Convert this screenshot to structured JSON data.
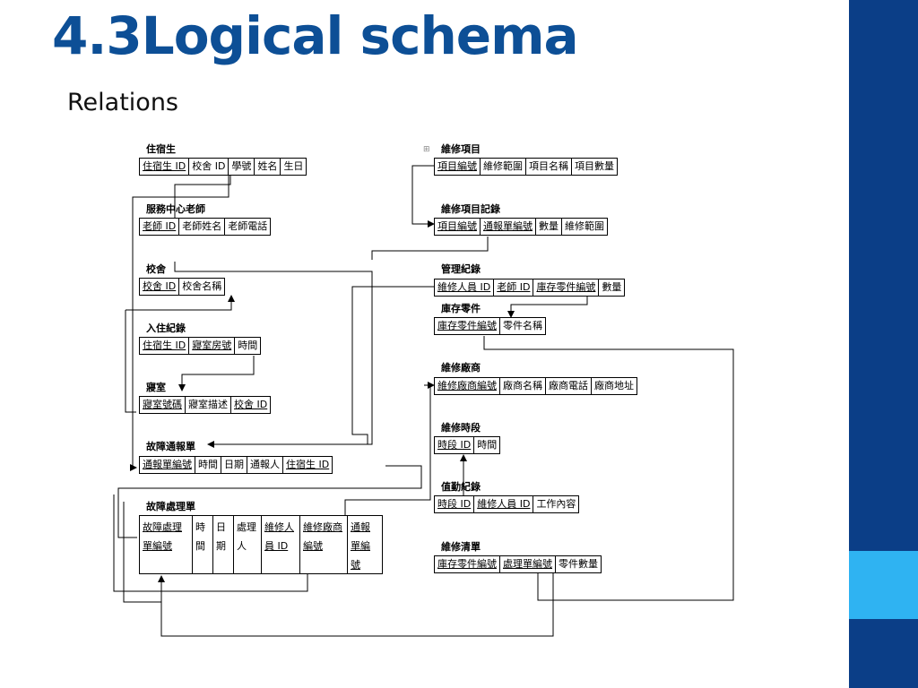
{
  "title": "4.3Logical schema",
  "subtitle": "Relations",
  "relations": {
    "resident": {
      "name": "住宿生",
      "cols": [
        "住宿生 ID",
        "校舍 ID",
        "學號",
        "姓名",
        "生日"
      ]
    },
    "teacher": {
      "name": "服務中心老師",
      "cols": [
        "老師 ID",
        "老師姓名",
        "老師電話"
      ]
    },
    "dorm": {
      "name": "校舍",
      "cols": [
        "校舍 ID",
        "校舍名稱"
      ]
    },
    "checkin": {
      "name": "入住紀錄",
      "cols": [
        "住宿生 ID",
        "寢室房號",
        "時間"
      ]
    },
    "room": {
      "name": "寢室",
      "cols": [
        "寢室號碼",
        "寢室描述",
        "校舍 ID"
      ]
    },
    "report": {
      "name": "故障通報單",
      "cols": [
        "通報單編號",
        "時間",
        "日期",
        "通報人",
        "住宿生 ID"
      ]
    },
    "handling": {
      "name": "故障處理單",
      "cols": [
        "故障處理單編號",
        "時間",
        "日期",
        "處理人",
        "維修人員 ID",
        "維修廠商編號",
        "通報單編號"
      ]
    },
    "item": {
      "name": "維修項目",
      "cols": [
        "項目編號",
        "維修範圍",
        "項目名稱",
        "項目數量"
      ]
    },
    "itemrec": {
      "name": "維修項目記錄",
      "cols": [
        "項目編號",
        "通報單編號",
        "數量",
        "維修範圍"
      ]
    },
    "mgmt": {
      "name": "管理紀錄",
      "cols": [
        "維修人員 ID",
        "老師 ID",
        "庫存零件編號",
        "數量"
      ]
    },
    "parts": {
      "name": "庫存零件",
      "cols": [
        "庫存零件編號",
        "零件名稱"
      ]
    },
    "vendor": {
      "name": "維修廠商",
      "cols": [
        "維修廠商編號",
        "廠商名稱",
        "廠商電話",
        "廠商地址"
      ]
    },
    "slot": {
      "name": "維修時段",
      "cols": [
        "時段 ID",
        "時間"
      ]
    },
    "duty": {
      "name": "值勤紀錄",
      "cols": [
        "時段 ID",
        "維修人員 ID",
        "工作內容"
      ]
    },
    "list": {
      "name": "維修清單",
      "cols": [
        "庫存零件編號",
        "處理單編號",
        "零件數量"
      ]
    }
  },
  "colors": {
    "title": "#0d4f96",
    "sidebar": "#0b3e87",
    "accent": "#2fb3f2"
  }
}
